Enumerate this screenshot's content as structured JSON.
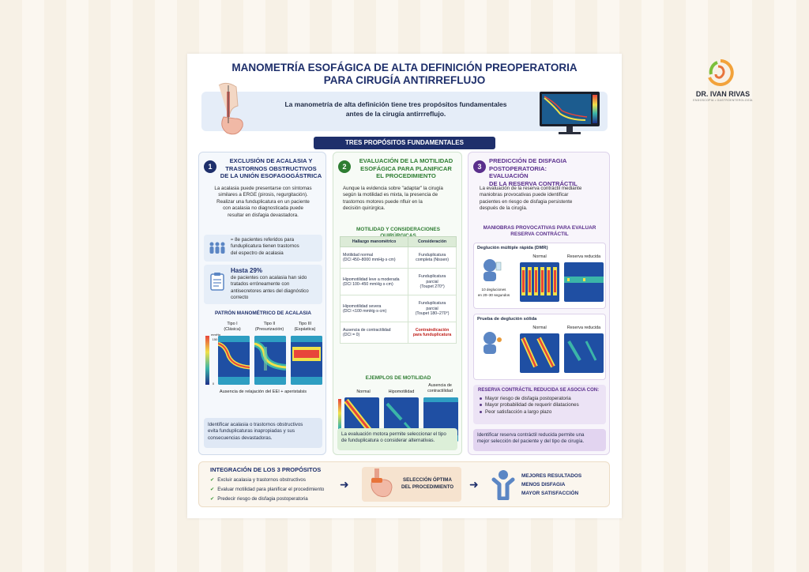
{
  "title": {
    "line1": "MANOMETRÍA ESOFÁGICA DE ALTA DEFINICIÓN PREOPERATORIA",
    "line2": "PARA CIRUGÍA ANTIRREFLUJO"
  },
  "intro": {
    "line1": "La manometría de alta definición tiene tres propósitos fundamentales",
    "line2": "antes de la cirugía antirrreflujo."
  },
  "brand": {
    "name": "DR. IVAN RIVAS",
    "tagline": "ENDOSCOPIA • GASTROENTEROLOGÍA"
  },
  "purposes_header": "TRES PROPÓSITOS FUNDAMENTALES",
  "col1": {
    "number": "1",
    "title": [
      "EXCLUSIÓN DE ACALASIA Y",
      "TRASTORNOS OBSTRUCTIVOS",
      "DE LA UNIÓN ESOFAGOGÁSTRICA"
    ],
    "body": [
      "La acalasia puede presentarse con síntomas",
      "similares a ERGE (pirosis, regurgitación).",
      "Realizar una funduplicatura en un paciente",
      "con acalasia no diagnosticada puede",
      "resultar en disfagia devastadora."
    ],
    "stat1": [
      "≈ 8e pacientes referidos para",
      "funduplicatura tienen trastornos",
      "del espectro de acalasia"
    ],
    "stat2_head": "Hasta 29%",
    "stat2": [
      "de pacientes con acalasia han sido",
      "tratados erróneamente con",
      "antisecretores antes del diagnóstico",
      "correcto"
    ],
    "pattern_title": "PATRÓN MANOMÉTRICO DE ACALASIA",
    "types": [
      {
        "name": "Tipo I",
        "sub": "(Clásica)"
      },
      {
        "name": "Tipo II",
        "sub": "(Presurización)"
      },
      {
        "name": "Tipo III",
        "sub": "(Espástica)"
      }
    ],
    "scale_unit": "mmHg",
    "scale_max": "150",
    "scale_min": "0",
    "pattern_caption": "Ausencia de relajación del EEI + aperistalsis",
    "conclusion": [
      "Identificar acalasia o trastornos obstructivos",
      "evita funduplicaturas inapropiadas y sus",
      "consecuencias devastadoras."
    ]
  },
  "col2": {
    "number": "2",
    "title": [
      "EVALUACIÓN DE LA MOTILIDAD",
      "ESOFÁGICA PARA PLANIFICAR",
      "EL PROCEDIMIENTO"
    ],
    "body": [
      "Aunque la evidencia sobre \"adaptar\" la cirugía",
      "según la motilidad es mixta, la presencia de",
      "trastornos motores puede nfluir en la",
      "decisión quirúrgica."
    ],
    "table_title": "MOTILIDAD Y CONSIDERACIONES QUIRÚRGICAS",
    "table_headers": [
      "Hallazgo manométrico",
      "Consideración"
    ],
    "table_rows": [
      {
        "finding": [
          "Motilidad normal",
          "(DCI 450–8000 mmHg·s·cm)"
        ],
        "consider": [
          "Funduplicatura",
          "completa (Nissen)"
        ]
      },
      {
        "finding": [
          "Hipomotilidad leve a moderada",
          "(DCI 100–450 mmHg·s·cm)"
        ],
        "consider": [
          "Funduplicatura",
          "parcial",
          "(Toupet 270°)"
        ]
      },
      {
        "finding": [
          "Hipomotilidad severa",
          "(DCI <100 mmHg·s·cm)"
        ],
        "consider": [
          "Funduplicatura",
          "parcial",
          "(Toupet 180–270°)"
        ]
      },
      {
        "finding": [
          "Ausencia de contractilidad",
          "(DCI = 0)"
        ],
        "consider": [
          "Contraindicación",
          "para funduplicatura"
        ]
      }
    ],
    "examples_title": "EJEMPLOS DE MOTILIDAD",
    "examples": [
      [
        "Normal"
      ],
      [
        "Hipomotilidad"
      ],
      [
        "Ausencia de",
        "contractilidad"
      ]
    ],
    "conclusion": [
      "La evaluación motora permite seleccionar el tipo",
      "de funduplicatura o considerar alternativas."
    ]
  },
  "col3": {
    "number": "3",
    "title": [
      "PREDICCIÓN DE DISFAGIA",
      "POSTOPERATORIA: EVALUACIÓN",
      "DE LA RESERVA CONTRÁCTIL"
    ],
    "body": [
      "La evaluación de la reserva contráctil mediante",
      "maniobras provocativas puede identificar",
      "pacientes en riesgo de disfagia persistente",
      "después de la cirugía."
    ],
    "maneuvers_title": [
      "MANIOBRAS PROVOCATIVAS PARA EVALUAR",
      "RESERVA CONTRÁCTIL"
    ],
    "m1_title": "Deglución múltiple rápida (DMR)",
    "m1_note": [
      "10 degluciones",
      "en 20–30 segundos"
    ],
    "m2_title": "Prueba de deglución sólida",
    "normal_label": "Normal",
    "reduced_label": "Reserva reducida",
    "assoc_title": "RESERVA CONTRÁCTIL REDUCIDA SE ASOCIA CON:",
    "assoc_items": [
      "Mayor riesgo de disfagia postoperatoria",
      "Mayor probabilidad de requerir dilataciones",
      "Peor satisfacción a largo plazo"
    ],
    "conclusion": [
      "Identificar reserva contráctil reducida permite una",
      "mejor selección del paciente y del tipo de cirugía."
    ]
  },
  "integration": {
    "title": "INTEGRACIÓN DE LOS 3 PROPÓSITOS",
    "items": [
      "Excluir acalasia y trastornos obstructivos",
      "Evaluar motilidad para planificar el procedimiento",
      "Predecir riesgo de disfagia postoperatoria"
    ],
    "selection": [
      "SELECCIÓN ÓPTIMA",
      "DEL PROCEDIMIENTO"
    ],
    "results": [
      "MEJORES RESULTADOS",
      "MENOS DISFAGIA",
      "MAYOR SATISFACCIÓN"
    ]
  },
  "colors": {
    "navy": "#1e2f6b",
    "green": "#2e7d32",
    "purple": "#5a2f8c",
    "red": "#c0231e"
  }
}
